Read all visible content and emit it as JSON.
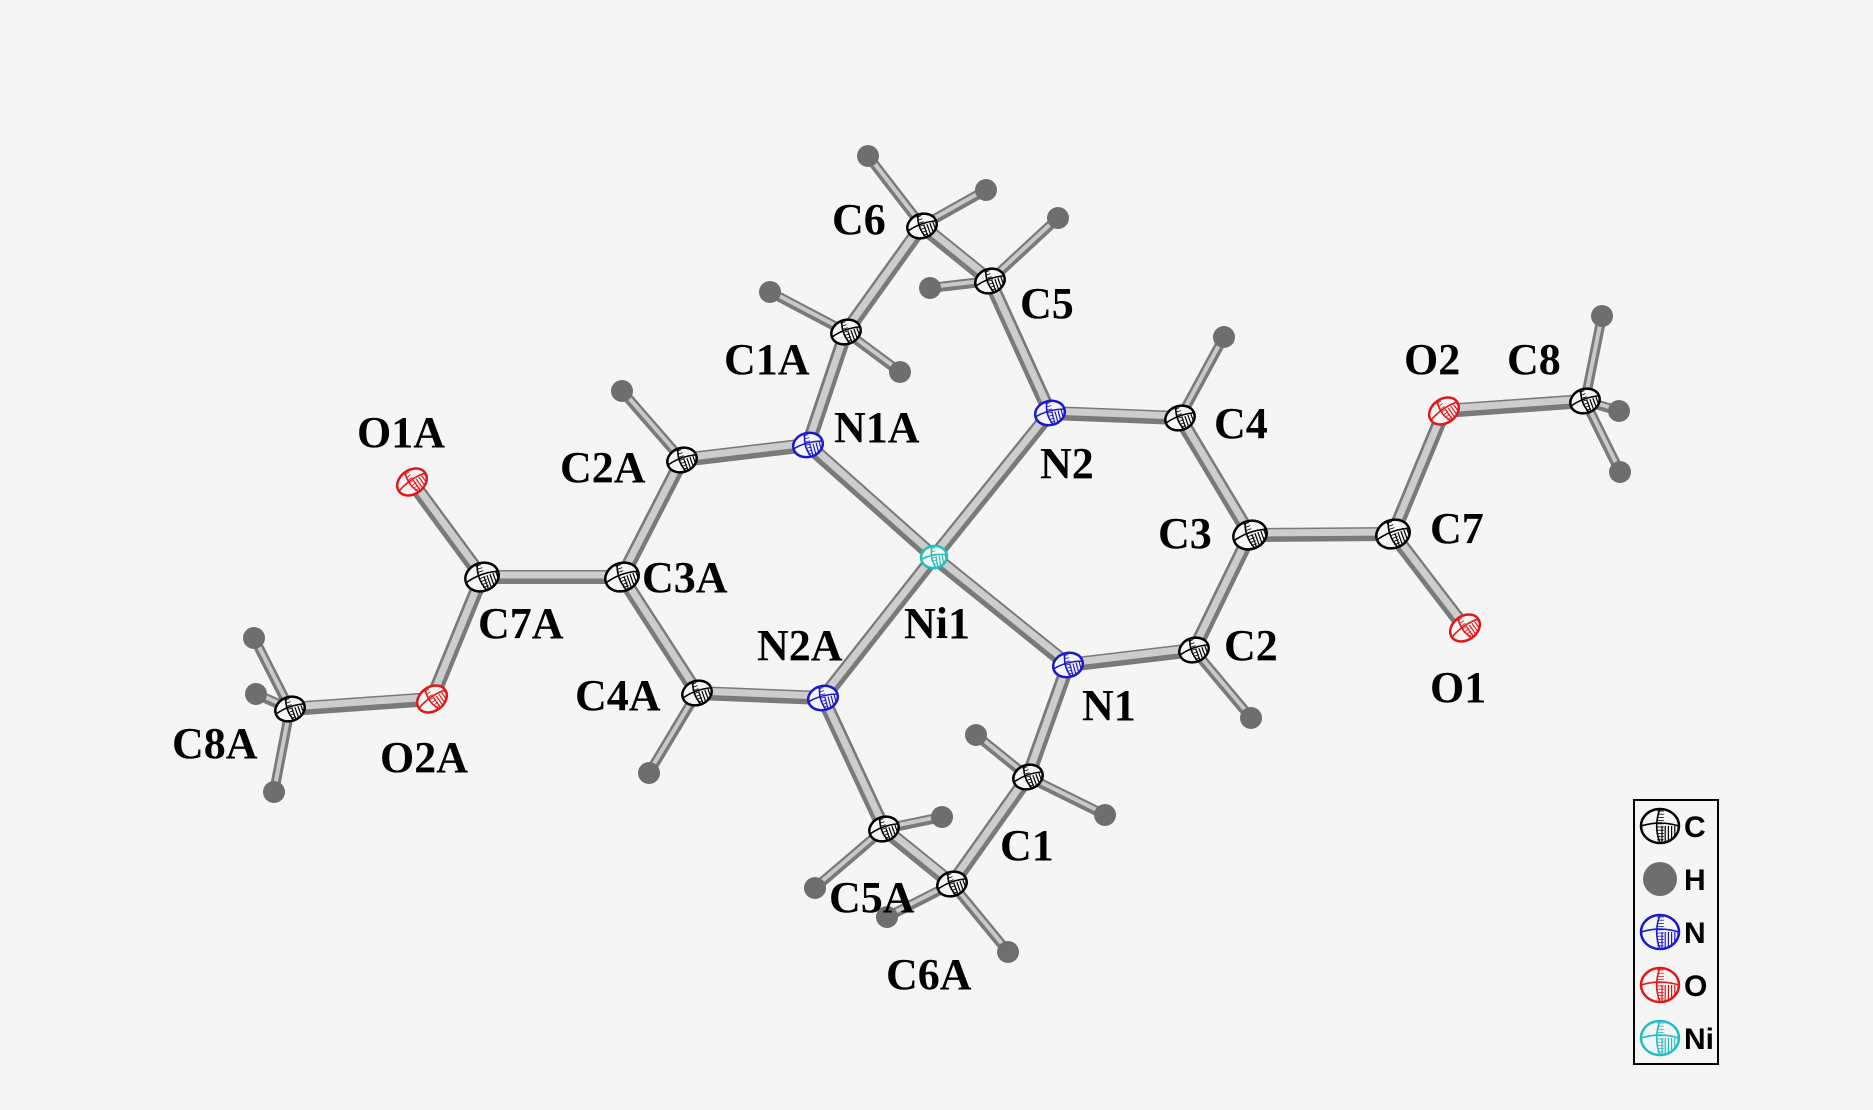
{
  "atom_labels": {
    "Ni1": "Ni1",
    "N1": "N1",
    "N2": "N2",
    "N1A": "N1A",
    "N2A": "N2A",
    "C1": "C1",
    "C2": "C2",
    "C3": "C3",
    "C4": "C4",
    "C5": "C5",
    "C6": "C6",
    "C7": "C7",
    "C8": "C8",
    "C1A": "C1A",
    "C2A": "C2A",
    "C3A": "C3A",
    "C4A": "C4A",
    "C5A": "C5A",
    "C6A": "C6A",
    "C7A": "C7A",
    "C8A": "C8A",
    "O1": "O1",
    "O2": "O2",
    "O1A": "O1A",
    "O2A": "O2A"
  },
  "legend": [
    {
      "key": "C",
      "label": "C",
      "color": "#000000",
      "style": "ellipsoid"
    },
    {
      "key": "H",
      "label": "H",
      "color": "#6e6e6e",
      "style": "sphere"
    },
    {
      "key": "N",
      "label": "N",
      "color": "#1a1acc",
      "style": "ellipsoid"
    },
    {
      "key": "O",
      "label": "O",
      "color": "#e01818",
      "style": "ellipsoid"
    },
    {
      "key": "Ni",
      "label": "Ni",
      "color": "#20c0c0",
      "style": "ellipsoid"
    }
  ],
  "element_colors": {
    "C": "#000000",
    "N": "#1a1acc",
    "O": "#e01818",
    "Ni": "#20c0c0",
    "H": "#6e6e6e"
  }
}
